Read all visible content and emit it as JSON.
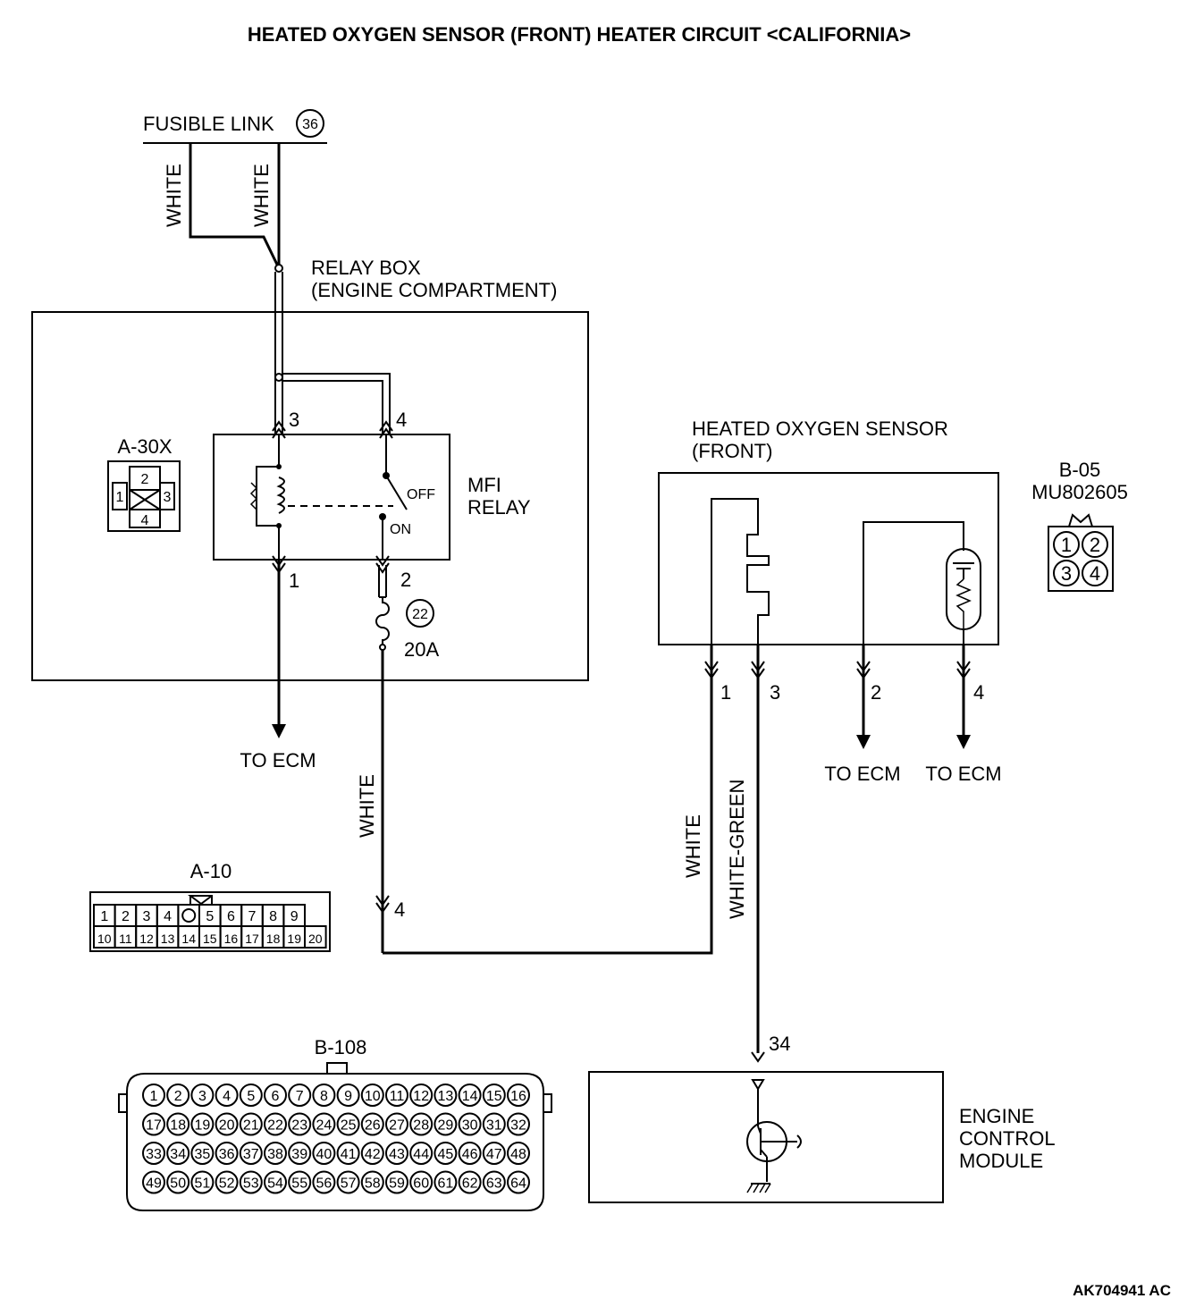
{
  "title": "HEATED OXYGEN SENSOR (FRONT) HEATER CIRCUIT <CALIFORNIA>",
  "fusible_link": {
    "label": "FUSIBLE LINK",
    "number": "36"
  },
  "relay_box": {
    "line1": "RELAY BOX",
    "line2": "(ENGINE COMPARTMENT)"
  },
  "mfi_relay": {
    "line1": "MFI",
    "line2": "RELAY",
    "off_label": "OFF",
    "on_label": "ON",
    "pins": {
      "p1": "1",
      "p2": "2",
      "p3": "3",
      "p4": "4"
    }
  },
  "fuse": {
    "number": "22",
    "rating": "20A"
  },
  "sensor": {
    "line1": "HEATED OXYGEN SENSOR",
    "line2": "(FRONT)",
    "pins": {
      "p1": "1",
      "p2": "2",
      "p3": "3",
      "p4": "4"
    }
  },
  "ecm": {
    "line1": "ENGINE",
    "line2": "CONTROL",
    "line3": "MODULE",
    "pin": "34"
  },
  "wires": {
    "fl_left": "WHITE",
    "fl_right": "WHITE",
    "relay_to_a10": "WHITE",
    "sensor_pin1": "WHITE",
    "sensor_pin3": "WHITE-GREEN",
    "a10_pin": "4"
  },
  "to_ecm": {
    "relay_pin1": "TO ECM",
    "sensor_pin2": "TO ECM",
    "sensor_pin4": "TO ECM"
  },
  "connectors": {
    "a30x": {
      "label": "A-30X",
      "pins": [
        "1",
        "2",
        "3",
        "4"
      ]
    },
    "b05": {
      "label": "B-05",
      "part": "MU802605",
      "pins": [
        "1",
        "2",
        "3",
        "4"
      ]
    },
    "a10": {
      "label": "A-10",
      "row1": [
        "1",
        "2",
        "3",
        "4",
        "",
        "5",
        "6",
        "7",
        "8",
        "9"
      ],
      "row2": [
        "10",
        "11",
        "12",
        "13",
        "14",
        "15",
        "16",
        "17",
        "18",
        "19",
        "20"
      ]
    },
    "b108": {
      "label": "B-108",
      "pin_count": 64
    }
  },
  "figure_code": "AK704941 AC"
}
